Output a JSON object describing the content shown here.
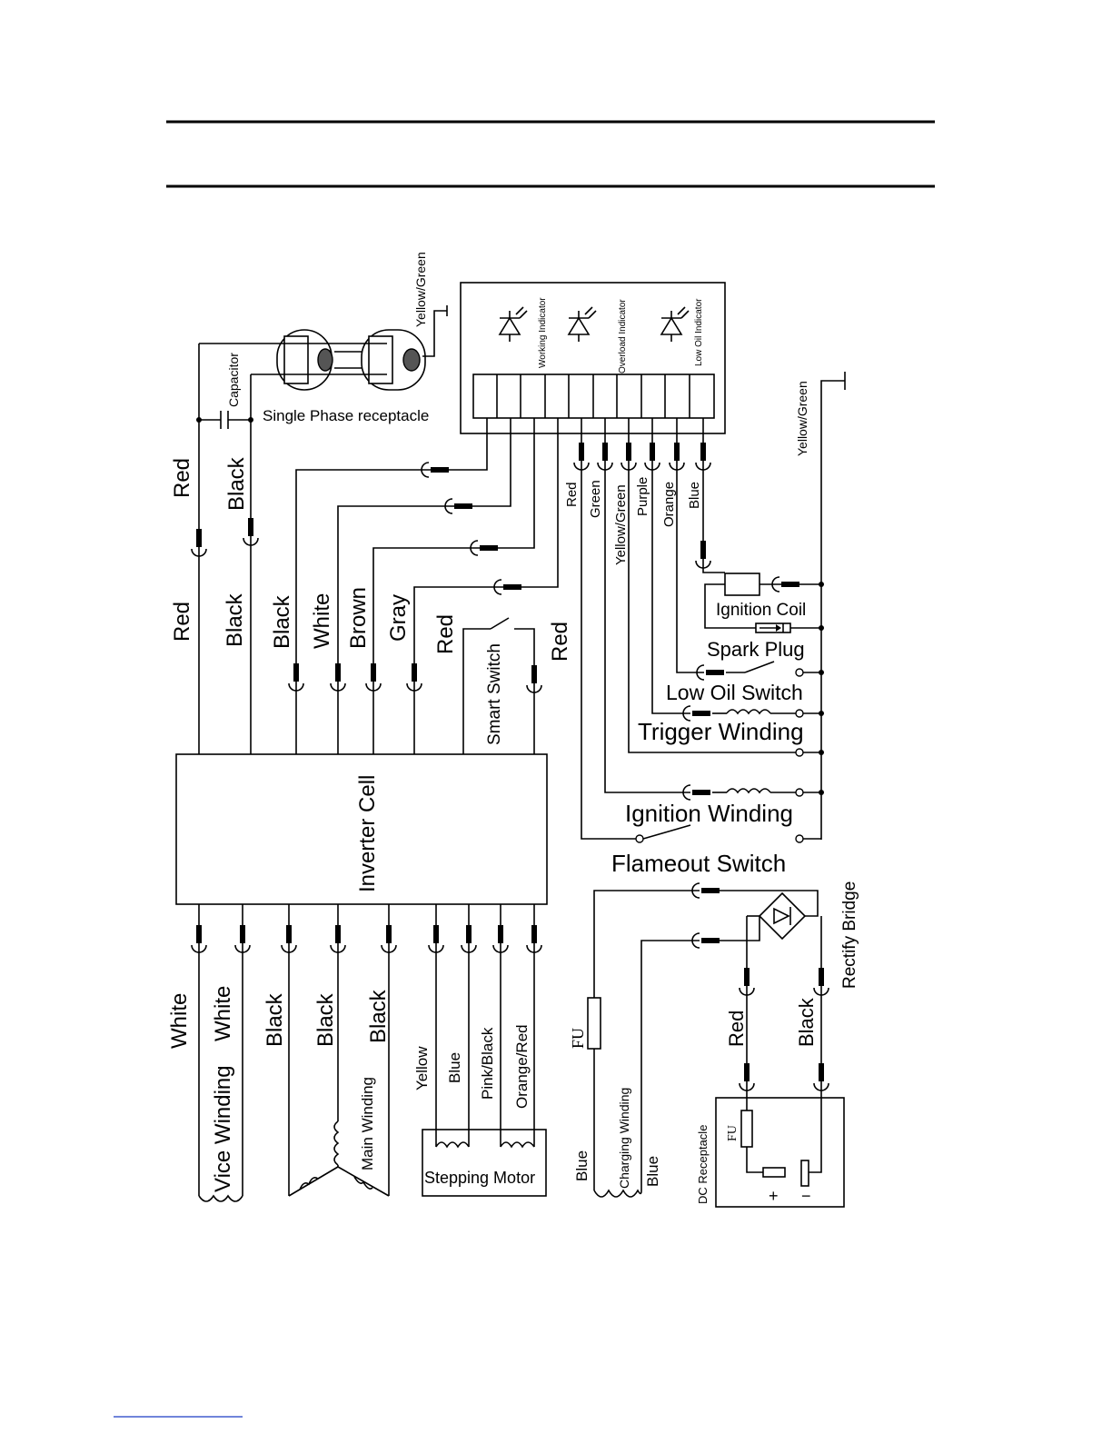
{
  "labels": {
    "capacitor": "Capacitor",
    "single_phase_receptacle": "Single Phase receptacle",
    "ground_top": "Yellow/Green",
    "ground_right": "Yellow/Green",
    "working_indicator": "Working Indicator",
    "overload_indicator": "Overload Indicator",
    "low_oil_indicator": "Low Oil Indicator",
    "inverter_cell": "Inverter Cell",
    "smart_switch": "Smart Switch",
    "ignition_coil": "Ignition Coil",
    "spark_plug": "Spark Plug",
    "low_oil_switch": "Low Oil Switch",
    "trigger_winding": "Trigger Winding",
    "ignition_winding": "Ignition Winding",
    "flameout_switch": "Flameout Switch",
    "rectify_bridge": "Rectify Bridge",
    "fu_main": "FU",
    "fu_dc": "FU",
    "charging_winding": "Charging Winding",
    "dc_receptacle": "DC Receptacle",
    "plus": "+",
    "minus": "−",
    "vice_winding": "Vice Winding",
    "main_winding": "Main Winding",
    "stepping_motor": "Stepping Motor"
  },
  "wires": {
    "top_red": "Red",
    "top_black": "Black",
    "mid_red": "Red",
    "mid_black_1": "Black",
    "mid_black_2": "Black",
    "mid_white": "White",
    "mid_brown": "Brown",
    "mid_gray": "Gray",
    "smart_red_1": "Red",
    "smart_red_2": "Red",
    "panel_red": "Red",
    "panel_green": "Green",
    "panel_yellow_green": "Yellow/Green",
    "panel_purple": "Purple",
    "panel_orange": "Orange",
    "panel_blue": "Blue",
    "bottom_white": "White",
    "vice_white": "White",
    "bottom_black_1": "Black",
    "bottom_black_2": "Black",
    "bottom_black_3": "Black",
    "motor_yellow": "Yellow",
    "motor_blue": "Blue",
    "motor_pink_black": "Pink/Black",
    "motor_orange_red": "Orange/Red",
    "charge_blue_1": "Blue",
    "charge_blue_2": "Blue",
    "dc_red": "Red",
    "dc_black": "Black"
  }
}
